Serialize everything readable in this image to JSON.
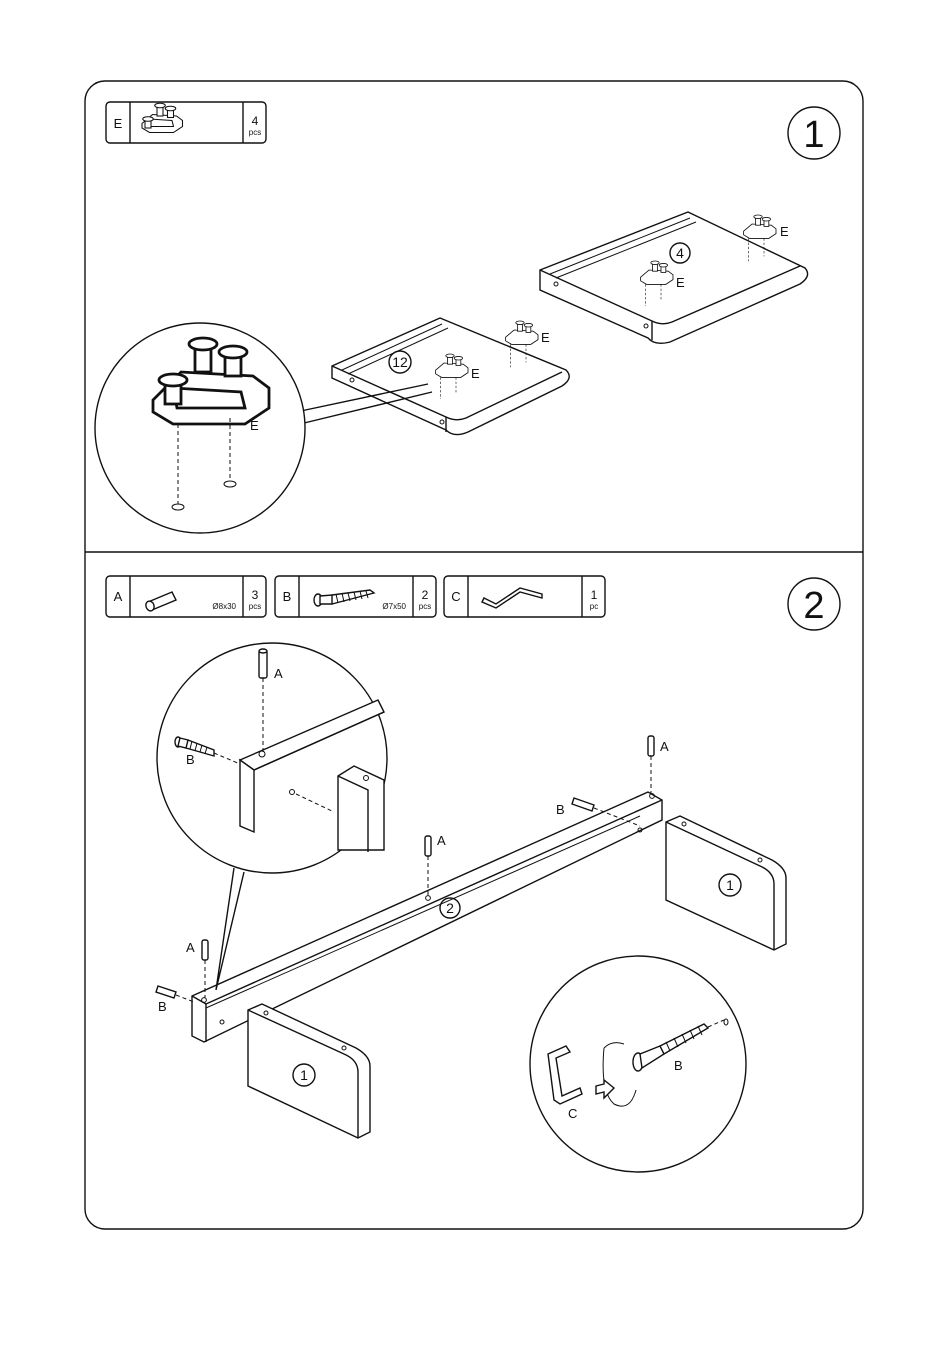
{
  "steps": [
    {
      "number": "1",
      "parts": [
        {
          "letter": "E",
          "qty": "4",
          "unit": "pcs",
          "size": ""
        }
      ],
      "callouts": {
        "hardware": "E",
        "top_panel": "12",
        "bottom_panel": "4"
      }
    },
    {
      "number": "2",
      "parts": [
        {
          "letter": "A",
          "qty": "3",
          "unit": "pcs",
          "size": "Ø8x30"
        },
        {
          "letter": "B",
          "qty": "2",
          "unit": "pcs",
          "size": "Ø7x50"
        },
        {
          "letter": "C",
          "qty": "1",
          "unit": "pc",
          "size": ""
        }
      ],
      "callouts": {
        "dowel": "A",
        "screw": "B",
        "key": "C",
        "rail": "2",
        "side_panel": "1"
      }
    }
  ]
}
